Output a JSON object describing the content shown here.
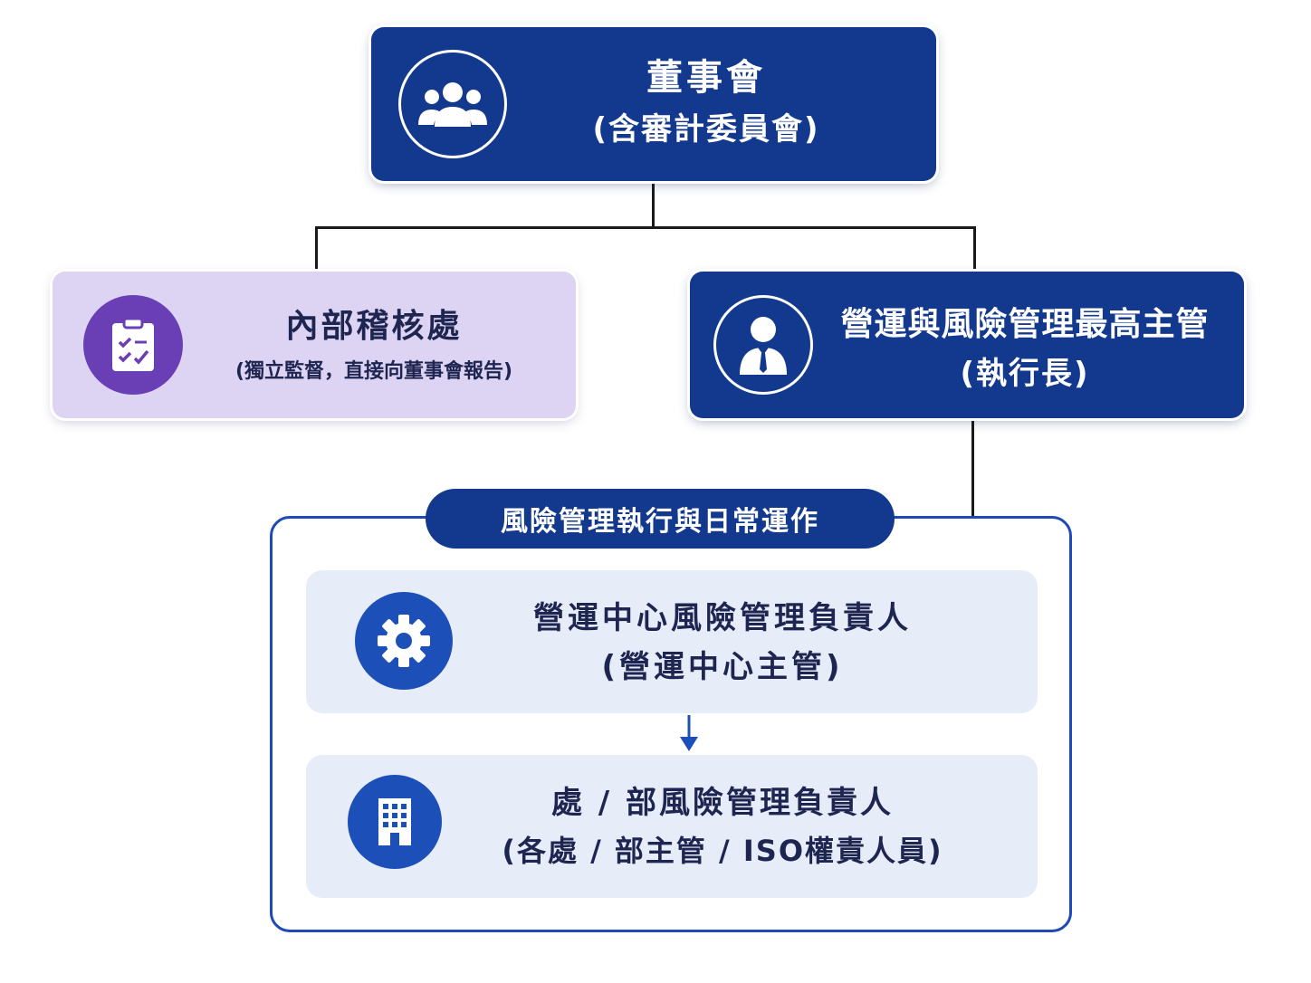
{
  "board": {
    "title": "董事會",
    "subtitle": "(含審計委員會)",
    "icon": "people-group-icon"
  },
  "audit": {
    "title": "內部稽核處",
    "subtitle": "(獨立監督，直接向董事會報告)",
    "icon": "clipboard-check-icon"
  },
  "ceo": {
    "title": "營運與風險管理最高主管",
    "subtitle": "(執行長)",
    "icon": "person-suit-icon"
  },
  "operations": {
    "header": "風險管理執行與日常運作",
    "center": {
      "title": "營運中心風險管理負責人",
      "subtitle": "(營運中心主管)",
      "icon": "gear-icon"
    },
    "department": {
      "title": "處 / 部風險管理負責人",
      "subtitle": "(各處 / 部主管 / ISO權責人員)",
      "icon": "building-icon"
    }
  },
  "colors": {
    "navy": "#13398f",
    "lavender": "#ddd3f2",
    "purple_icon": "#6a3fb5",
    "pale_blue": "#e6ecf8",
    "accent_blue": "#1c4fb8"
  }
}
